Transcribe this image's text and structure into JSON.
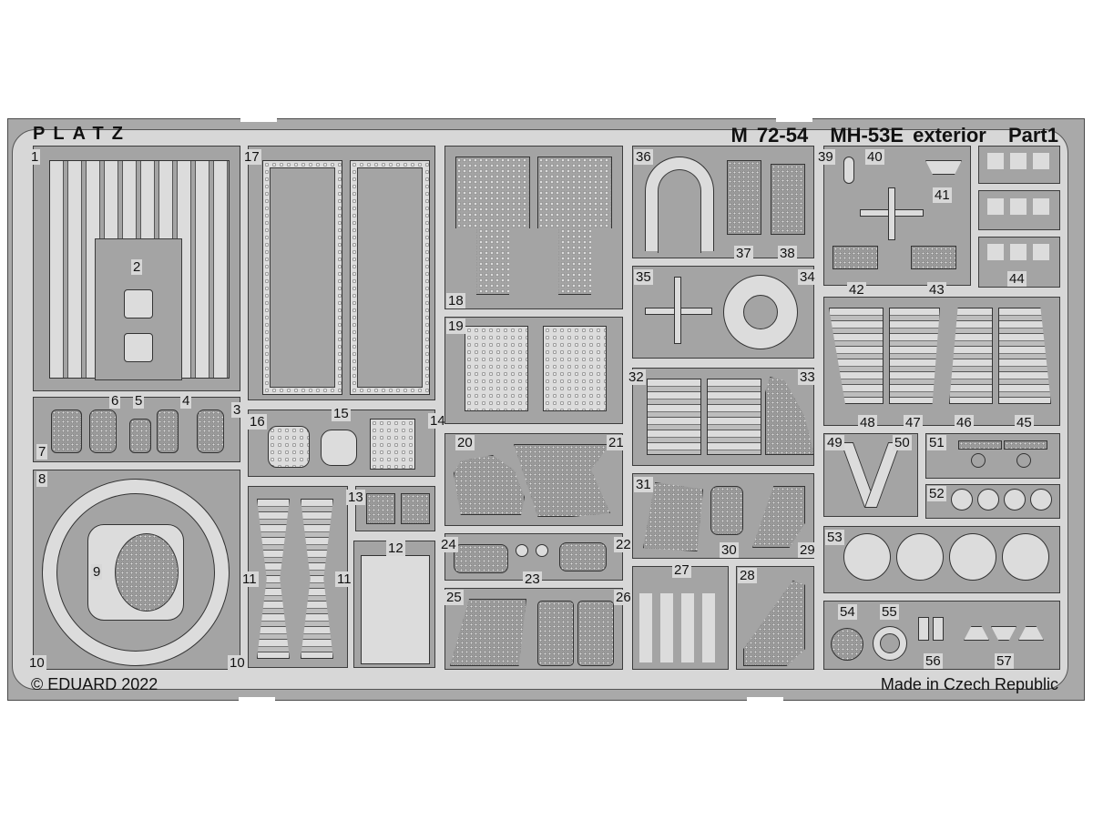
{
  "sheet": {
    "brand": "PLATZ",
    "product_code": "M 72-54",
    "product_name": "MH-53E exterior",
    "part": "Part1",
    "copyright": "© EDUARD 2022",
    "origin": "Made in Czech Republic"
  },
  "colors": {
    "fret_background": "#d7d7d7",
    "panel_fill": "#a4a4a4",
    "outline": "#333333",
    "text": "#111111"
  },
  "parts": {
    "p1": "1",
    "p2": "2",
    "p3": "3",
    "p4": "4",
    "p5": "5",
    "p6": "6",
    "p7": "7",
    "p8": "8",
    "p9": "9",
    "p10a": "10",
    "p10b": "10",
    "p11a": "11",
    "p11b": "11",
    "p12": "12",
    "p13": "13",
    "p14": "14",
    "p15": "15",
    "p16": "16",
    "p17": "17",
    "p18": "18",
    "p19": "19",
    "p20": "20",
    "p21": "21",
    "p22": "22",
    "p23": "23",
    "p24": "24",
    "p25": "25",
    "p26": "26",
    "p27": "27",
    "p28": "28",
    "p29": "29",
    "p30": "30",
    "p31": "31",
    "p32": "32",
    "p33": "33",
    "p34": "34",
    "p35": "35",
    "p36": "36",
    "p37": "37",
    "p38": "38",
    "p39": "39",
    "p40": "40",
    "p41": "41",
    "p42": "42",
    "p43": "43",
    "p44": "44",
    "p45": "45",
    "p46": "46",
    "p47": "47",
    "p48": "48",
    "p49": "49",
    "p50": "50",
    "p51": "51",
    "p52": "52",
    "p53": "53",
    "p54": "54",
    "p55": "55",
    "p56": "56",
    "p57": "57"
  }
}
